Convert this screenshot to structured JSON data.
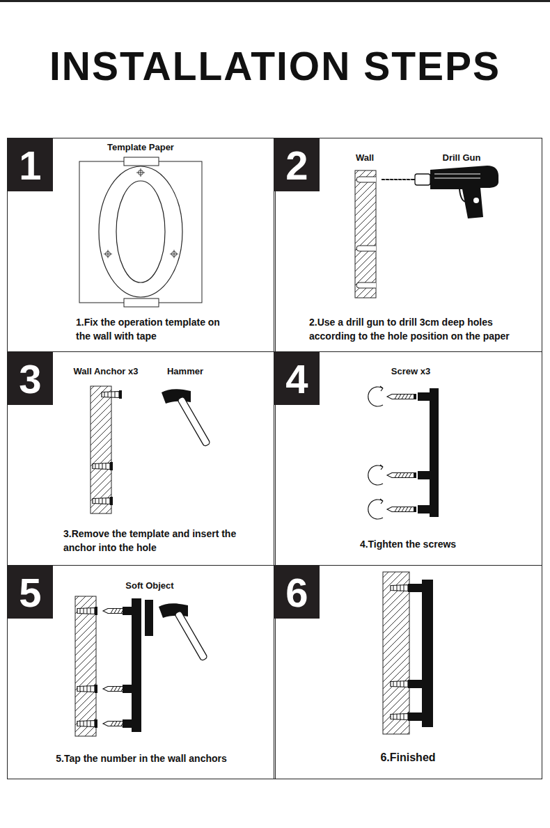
{
  "diagram": {
    "title": "INSTALLATION STEPS",
    "nodes": [
      {
        "text": [
          "1.Fix the operation template on the wall with tape"
        ]
      },
      {
        "text": [
          "1"
        ],
        "in": 0
      },
      {
        "text": [
          "2.Use a drill gun to drill 3cm deep holes according to the hole position on the paper"
        ]
      },
      {
        "text": [
          "2"
        ],
        "in": 2
      },
      {
        "text": [
          "3.Remove the template and insert the anchor into the hole"
        ]
      },
      {
        "text": [
          "3"
        ],
        "in": 4
      },
      {
        "text": [
          "4.Tighten the screws"
        ]
      },
      {
        "text": [
          "4"
        ],
        "in": 6
      },
      {
        "text": [
          "5.Tap the number in the wall anchors"
        ]
      },
      {
        "text": [
          "5"
        ],
        "in": 8
      },
      {
        "text": [
          "6.Finished"
        ]
      },
      {
        "text": [
          "6"
        ],
        "in": 10
      }
    ],
    "labels": [
      "Template Paper",
      "Wall",
      "Drill Gun",
      "Wall Anchor x3",
      "Hammer",
      "Screw x3",
      "Soft Object"
    ]
  }
}
